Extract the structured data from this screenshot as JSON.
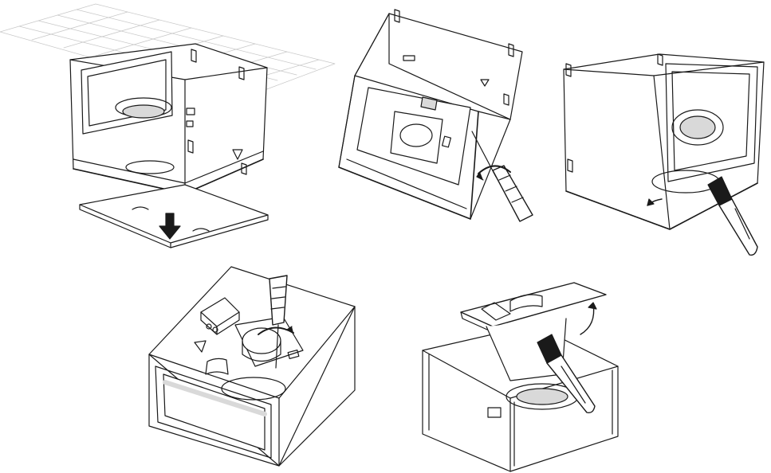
{
  "figure": {
    "panels": [
      {
        "id": "p1",
        "icon": "ceiling-mounted-fan-box-remove-bottom-panel"
      },
      {
        "id": "p2",
        "icon": "underside-view-unscrew-panel-with-screwdriver"
      },
      {
        "id": "p3",
        "icon": "brush-clean-impeller-from-below"
      },
      {
        "id": "p4",
        "icon": "top-view-unscrew-motor-plate"
      },
      {
        "id": "p5",
        "icon": "lift-motor-plate-and-brush-clean-inside"
      }
    ],
    "line_color": "#1a1a1a",
    "fill_color": "#ffffff",
    "shade_color": "#d9d9d9",
    "grid_color": "#c8c8c8"
  }
}
